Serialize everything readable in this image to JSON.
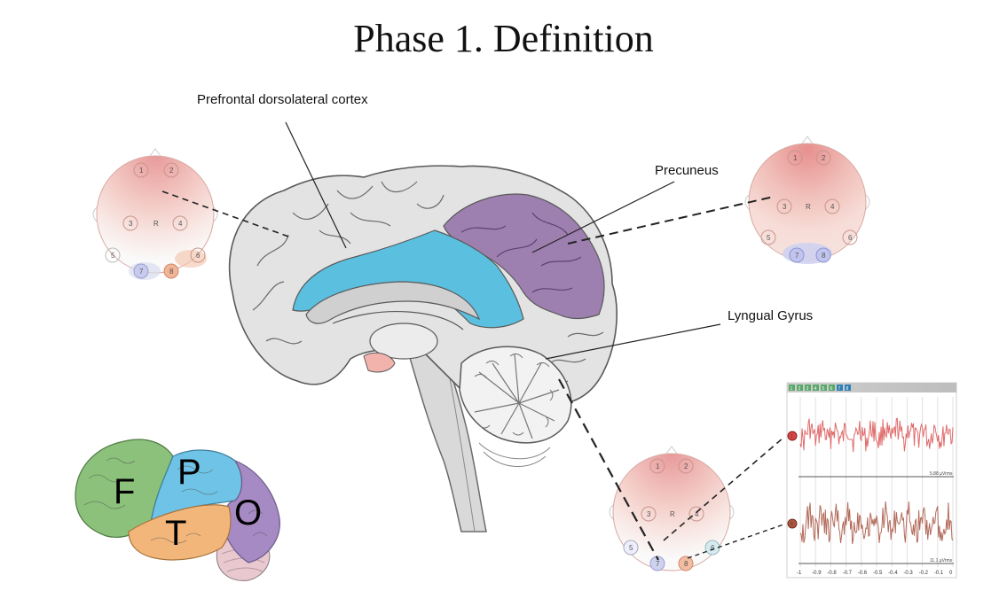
{
  "title": "Phase 1. Definition",
  "labels": {
    "prefrontal": "Prefrontal dorsolateral cortex",
    "precuneus": "Precuneus",
    "lyngual": "Lyngual Gyrus"
  },
  "lobes": {
    "frontal": "F",
    "parietal": "P",
    "temporal": "T",
    "occipital": "O"
  },
  "headmap": {
    "center_label": "R",
    "electrodes": [
      "1",
      "2",
      "3",
      "4",
      "5",
      "6",
      "7",
      "8"
    ]
  },
  "eeg_panel": {
    "toolbar_buttons": [
      "1",
      "2",
      "3",
      "4",
      "5",
      "6",
      "7",
      "8"
    ],
    "channel_markers": [
      "1",
      "8"
    ],
    "scale_top": "5.88 µVrms",
    "scale_bottom": "11.1 µVrms",
    "x_ticks": [
      "-1",
      "-0.9",
      "-0.8",
      "-0.7",
      "-0.6",
      "-0.5",
      "-0.4",
      "-0.3",
      "-0.2",
      "-0.1",
      "0"
    ]
  },
  "colors": {
    "parietal_purple": "#9d7fb0",
    "cingulate_blue": "#5bbfdf",
    "brain_gray": "#e3e3e3",
    "frontal_green": "#8bc17a",
    "parietal_blue": "#6fc3e6",
    "temporal_orange": "#f3b67a",
    "occipital_purple": "#a58ac4",
    "eeg_red": "#e06a6a",
    "eeg_brown": "#b36a5a"
  }
}
